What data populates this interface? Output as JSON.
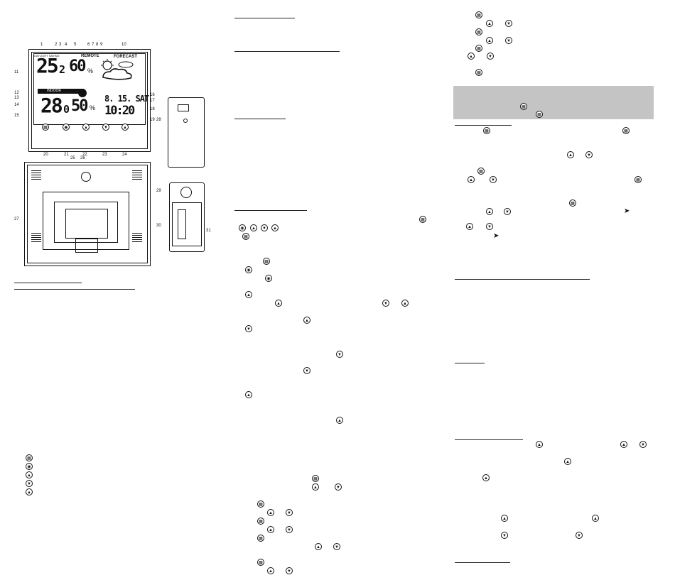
{
  "callouts": {
    "n1": "1",
    "n2": "2",
    "n3": "3",
    "n4": "4",
    "n5": "5",
    "n6": "6",
    "n7": "7",
    "n8": "8",
    "n9": "9",
    "n10": "10",
    "n11": "11",
    "n12": "12",
    "n13": "13",
    "n14": "14",
    "n15": "15",
    "n16": "16",
    "n17": "17",
    "n18": "18",
    "n19": "19",
    "n20": "20",
    "n21": "21",
    "n22": "22",
    "n23": "23",
    "n24": "24",
    "n25": "25",
    "n26": "26",
    "n27": "27",
    "n28": "28",
    "n29": "29",
    "n30": "30",
    "n31": "31"
  },
  "lcd": {
    "daylight_label": "DAYLIGHT SAVING",
    "remote_label": "REMOTE",
    "forecast_label": "FORECAST",
    "outdoor_temp_main": "25",
    "outdoor_temp_dec": "2",
    "outdoor_humidity": "60",
    "indoor_label": "INDOOR",
    "indoor_temp_main": "28",
    "indoor_temp_dec": "0",
    "indoor_humidity": "50",
    "date": "8. 15. SAT",
    "time": "10:20",
    "percent": "%"
  },
  "icons": {
    "mode": "mode-icon",
    "light": "light-icon",
    "up": "up-arrow-icon",
    "down": "down-arrow-icon",
    "cursor": "cursor-arrow-icon"
  }
}
